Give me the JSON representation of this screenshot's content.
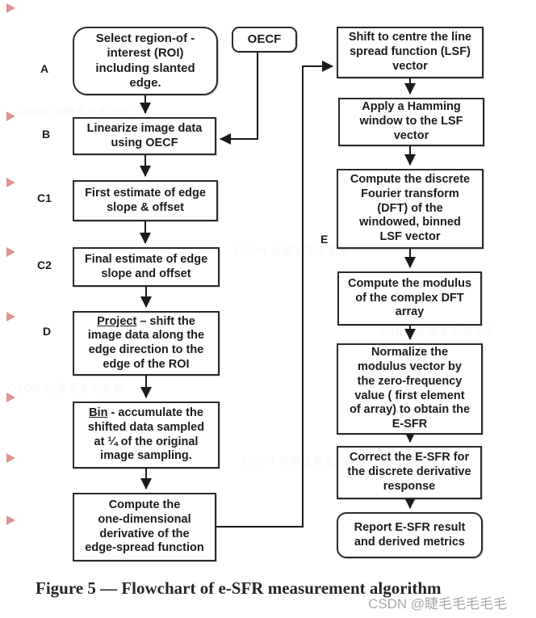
{
  "figure": {
    "caption": "Figure 5 — Flowchart of e-SFR measurement algorithm",
    "watermark": "CSDN @睫毛毛毛毛毛"
  },
  "colors": {
    "box_border": "#2a2a2a",
    "text": "#1c1c1c",
    "arrow": "#1a1a1a",
    "marker_red": "#c62828",
    "watermark_gray": "#a9a9a9",
    "background": "#ffffff"
  },
  "labels": {
    "a": "A",
    "b": "B",
    "c1": "C1",
    "c2": "C2",
    "d": "D",
    "e": "E"
  },
  "nodes": {
    "select_roi": "Select region-of -\ninterest (ROI)\nincluding slanted\nedge.",
    "oecf": "OECF",
    "linearize": "Linearize image data\nusing OECF",
    "first_estimate": "First estimate of edge\nslope & offset",
    "final_estimate": "Final estimate of edge\nslope and offset",
    "project_lead": "Project",
    "project_rest": " – shift the\nimage data along the\nedge direction to the\nedge of the ROI",
    "bin_lead": "Bin",
    "bin_rest": " - accumulate the\nshifted data sampled\nat ¼ of the original\nimage sampling.",
    "derivative": "Compute the\none-dimensional\nderivative of the\nedge-spread function",
    "shift_lsf": "Shift to centre the line\nspread function (LSF)\nvector",
    "hamming": "Apply a Hamming\nwindow to the LSF\nvector",
    "dft": "Compute the discrete\nFourier transform\n(DFT) of the\nwindowed, binned\nLSF vector",
    "modulus": "Compute the modulus\nof the complex DFT\narray",
    "normalize": "Normalize the\nmodulus vector by\nthe zero-frequency\nvalue ( first element\nof array) to obtain the\nE-SFR",
    "correct": "Correct the E-SFR for\nthe discrete derivative\nresponse",
    "report": "Report E-SFR result\nand derived metrics"
  }
}
